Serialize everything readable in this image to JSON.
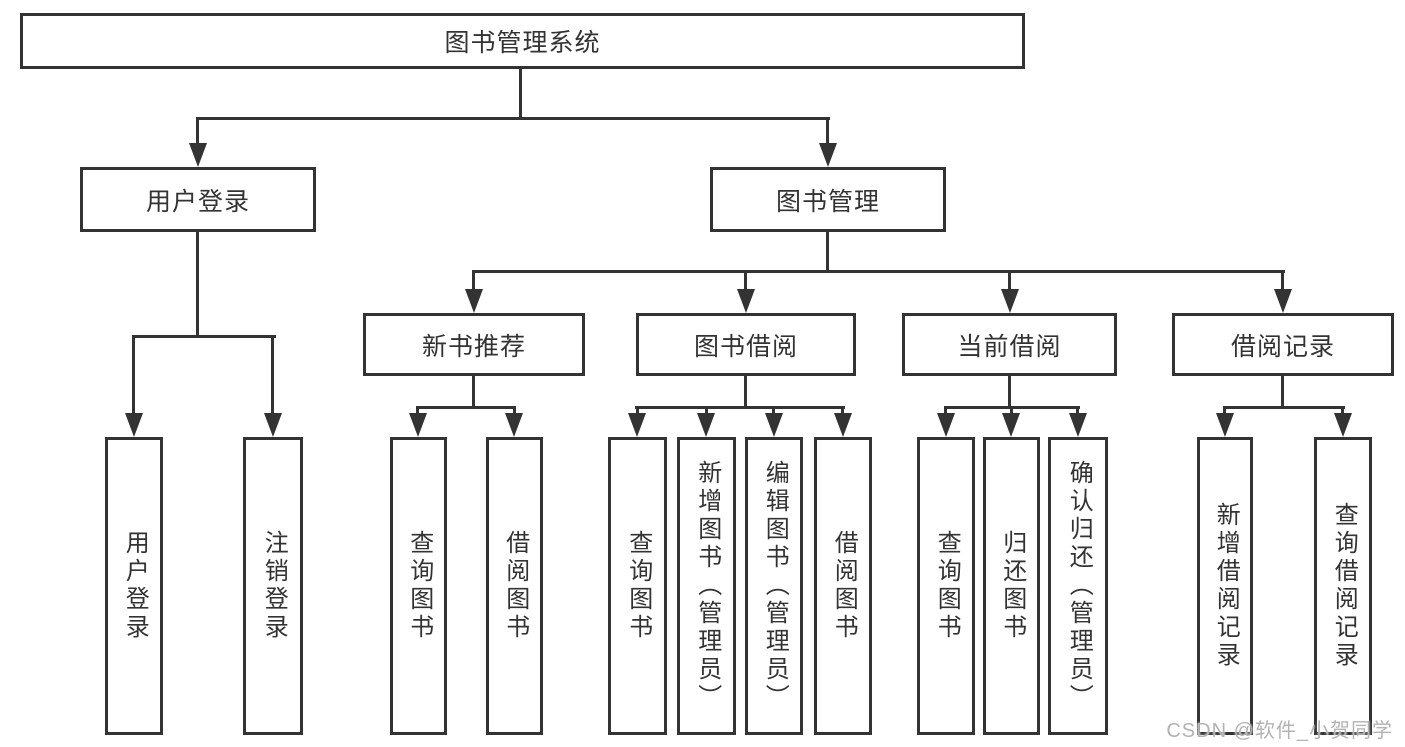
{
  "diagram": {
    "root": {
      "label": "图书管理系统"
    },
    "branches": [
      {
        "label": "用户登录",
        "leaves": [
          {
            "label": "用户登录"
          },
          {
            "label": "注销登录"
          }
        ]
      },
      {
        "label": "图书管理",
        "groups": [
          {
            "label": "新书推荐",
            "leaves": [
              {
                "label": "查询图书"
              },
              {
                "label": "借阅图书"
              }
            ]
          },
          {
            "label": "图书借阅",
            "leaves": [
              {
                "label": "查询图书"
              },
              {
                "label": "新增图书（管理员）"
              },
              {
                "label": "编辑图书（管理员）"
              },
              {
                "label": "借阅图书"
              }
            ]
          },
          {
            "label": "当前借阅",
            "leaves": [
              {
                "label": "查询图书"
              },
              {
                "label": "归还图书"
              },
              {
                "label": "确认归还（管理员）"
              }
            ]
          },
          {
            "label": "借阅记录",
            "leaves": [
              {
                "label": "新增借阅记录"
              },
              {
                "label": "查询借阅记录"
              }
            ]
          }
        ]
      }
    ]
  },
  "watermark": {
    "text": "CSDN @软件_小贺同学"
  },
  "colors": {
    "line": "#333333",
    "text": "#333333",
    "watermark": "#b3b3b3",
    "background": "#ffffff"
  }
}
